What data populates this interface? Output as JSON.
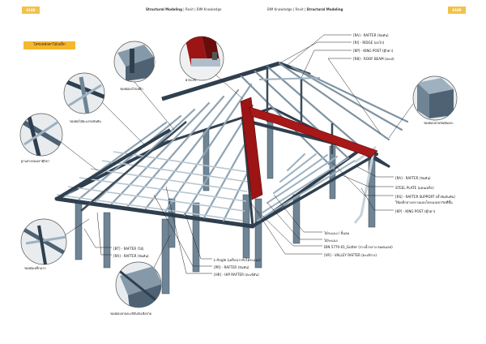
{
  "header": {
    "page_left": "0108",
    "page_right": "0109",
    "left_bold": "Structural Modeling",
    "left_rest": "| Revit | BIM Knowledge",
    "right_rest": "BIM Knowledge | Revit |",
    "right_bold": "Structural Modeling"
  },
  "section_tag": "โครงหลังคาไม้เหล็ก",
  "callouts": {
    "gutter_cap": "ฝาตะเข้",
    "ridge_join": "รอยต่ออกไก่เหล็ก",
    "purlin_joint": "รอยต่อไม้ตะแกรงจันทัน",
    "post_base": "ฐานล่างของเสาตุ๊กตา",
    "rafter_tip": "รอยต่อปลายจันทันพระ",
    "hip_bottom": "รอยต่อปลายตะเข้สันกับเชิงชาย",
    "gable_corner": "รอยต่อเหล็กฉาก"
  },
  "labels": {
    "ra_rafter_top": "[RA] - RAFTER (จันทัน)",
    "ri_ridge": "[RI] - RIDGE (อกไก่)",
    "kp_king_post_top": "[KP] - KING POST (ตุ๊กตา)",
    "rb_roof_beam": "[RB] - ROOF BEAM (อะเส)",
    "ra_rafter_right": "[RA] - RAFTER (จันทัน)",
    "steel_plate": "STEEL PLATE (แผ่นเหล็ก)",
    "rs_rafter_support": "[RS] - RAFTER SUPPORT (ค้ำยันจันทัน)",
    "rs_note": "ใช้เหล็กสวงกลางแบบโครงเลเขากับที่ขึ้น",
    "kp_king_post_right": "[KP] - KING POST (ตุ๊กตา)",
    "batten_1": "ไม้ระแนง / ปั้นลม",
    "batten_2": "ไม้ระแนง",
    "gutter": "DIN 5770-01_Gutter (รางน้ำกลาง สแตนเลส)",
    "vr_valley": "[VR] - VALLEY RAFTER (ตะเข้ราง)",
    "bt_rafter": "[BT] - RAFTER (ไม้)",
    "ra_rafter_bottom": "[RA] - RAFTER (จันทัน)",
    "angle": "L-Angle (เหล็กฉากรับไม้ระแนง)",
    "pr_rafter": "[PR] - RAFTER (จันทัน)",
    "hr_hip": "[HR] - HIP RAFTER (ตะเข้สัน)"
  },
  "colors": {
    "accent": "#f5b72f",
    "steel_dark": "#2f3f4e",
    "steel_mid": "#6f8494",
    "steel_light": "#9db1c0",
    "red": "#9c1414",
    "line": "#222222"
  }
}
